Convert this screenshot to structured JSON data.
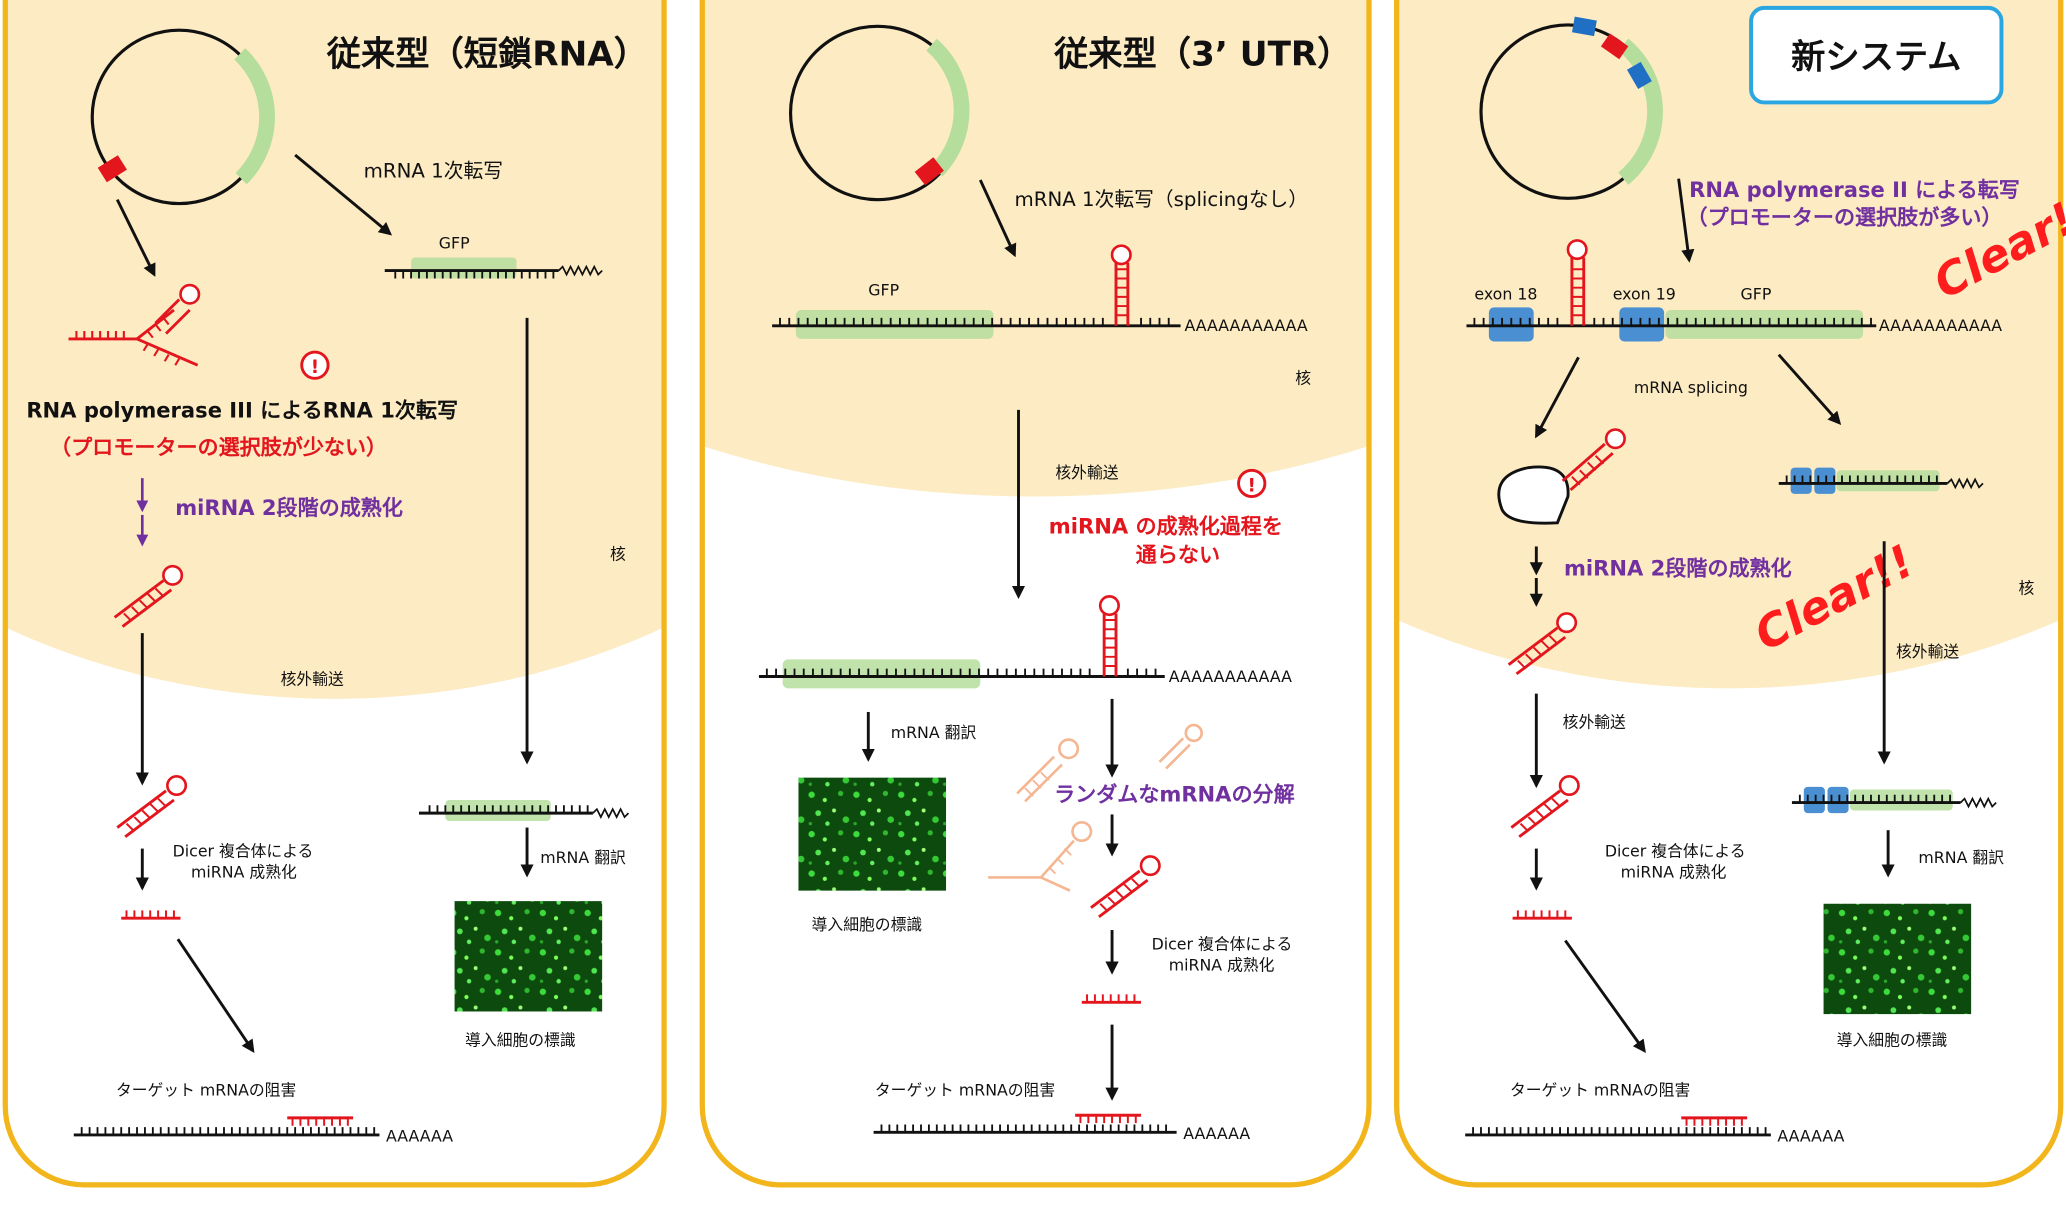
{
  "panels": [
    {
      "title": "従来型（短鎖RNA）",
      "labels": {
        "mrna_transcription": "mRNA 1次転写",
        "gfp": "GFP",
        "polymerase": "RNA polymerase III によるRNA 1次転写",
        "promoter_note": "（プロモーターの選択肢が少ない）",
        "mirna_two_step": "miRNA 2段階の成熟化",
        "nucleus": "核",
        "export": "核外輸送",
        "dicer_1": "Dicer 複合体による",
        "dicer_2": "miRNA 成熟化",
        "translation": "mRNA 翻訳",
        "cell_label": "導入細胞の標識",
        "target": "ターゲット mRNAの阻害",
        "polya": "AAAAAA",
        "warn": "!"
      }
    },
    {
      "title": "従来型（3’ UTR）",
      "labels": {
        "mrna_transcription": "mRNA 1次転写（splicingなし）",
        "gfp": "GFP",
        "polya_long": "AAAAAAAAAAA",
        "nucleus": "核",
        "export": "核外輸送",
        "no_maturation_1": "miRNA の成熟化過程を",
        "no_maturation_2": "通らない",
        "translation": "mRNA 翻訳",
        "cell_label": "導入細胞の標識",
        "degradation": "ランダムなmRNAの分解",
        "dicer_1": "Dicer 複合体による",
        "dicer_2": "miRNA 成熟化",
        "target": "ターゲット mRNAの阻害",
        "polya": "AAAAAA",
        "warn": "!"
      }
    },
    {
      "title": "新システム",
      "labels": {
        "polymerase_1": "RNA polymerase II による転写",
        "polymerase_2": "（プロモーターの選択肢が多い）",
        "clear": "Clear!!",
        "exon18": "exon 18",
        "exon19": "exon 19",
        "gfp": "GFP",
        "polya_long": "AAAAAAAAAAA",
        "splicing": "mRNA splicing",
        "nucleus": "核",
        "mirna_two_step": "miRNA 2段階の成熟化",
        "export": "核外輸送",
        "dicer_1": "Dicer 複合体による",
        "dicer_2": "miRNA 成熟化",
        "translation": "mRNA 翻訳",
        "cell_label": "導入細胞の標識",
        "target": "ターゲット mRNAの阻害",
        "polya": "AAAAAA"
      }
    }
  ],
  "colors": {
    "panel_border": "#f2b61c",
    "nucleus": "#fcebc3",
    "gfp": "#b5dd9c",
    "exon": "#4a8fd1",
    "mirna": "#e3161d",
    "purple": "#7030a0",
    "clear_red": "#ff1c1c",
    "title_box": "#2aa7e0",
    "cell_green": "#1b7a1b"
  }
}
